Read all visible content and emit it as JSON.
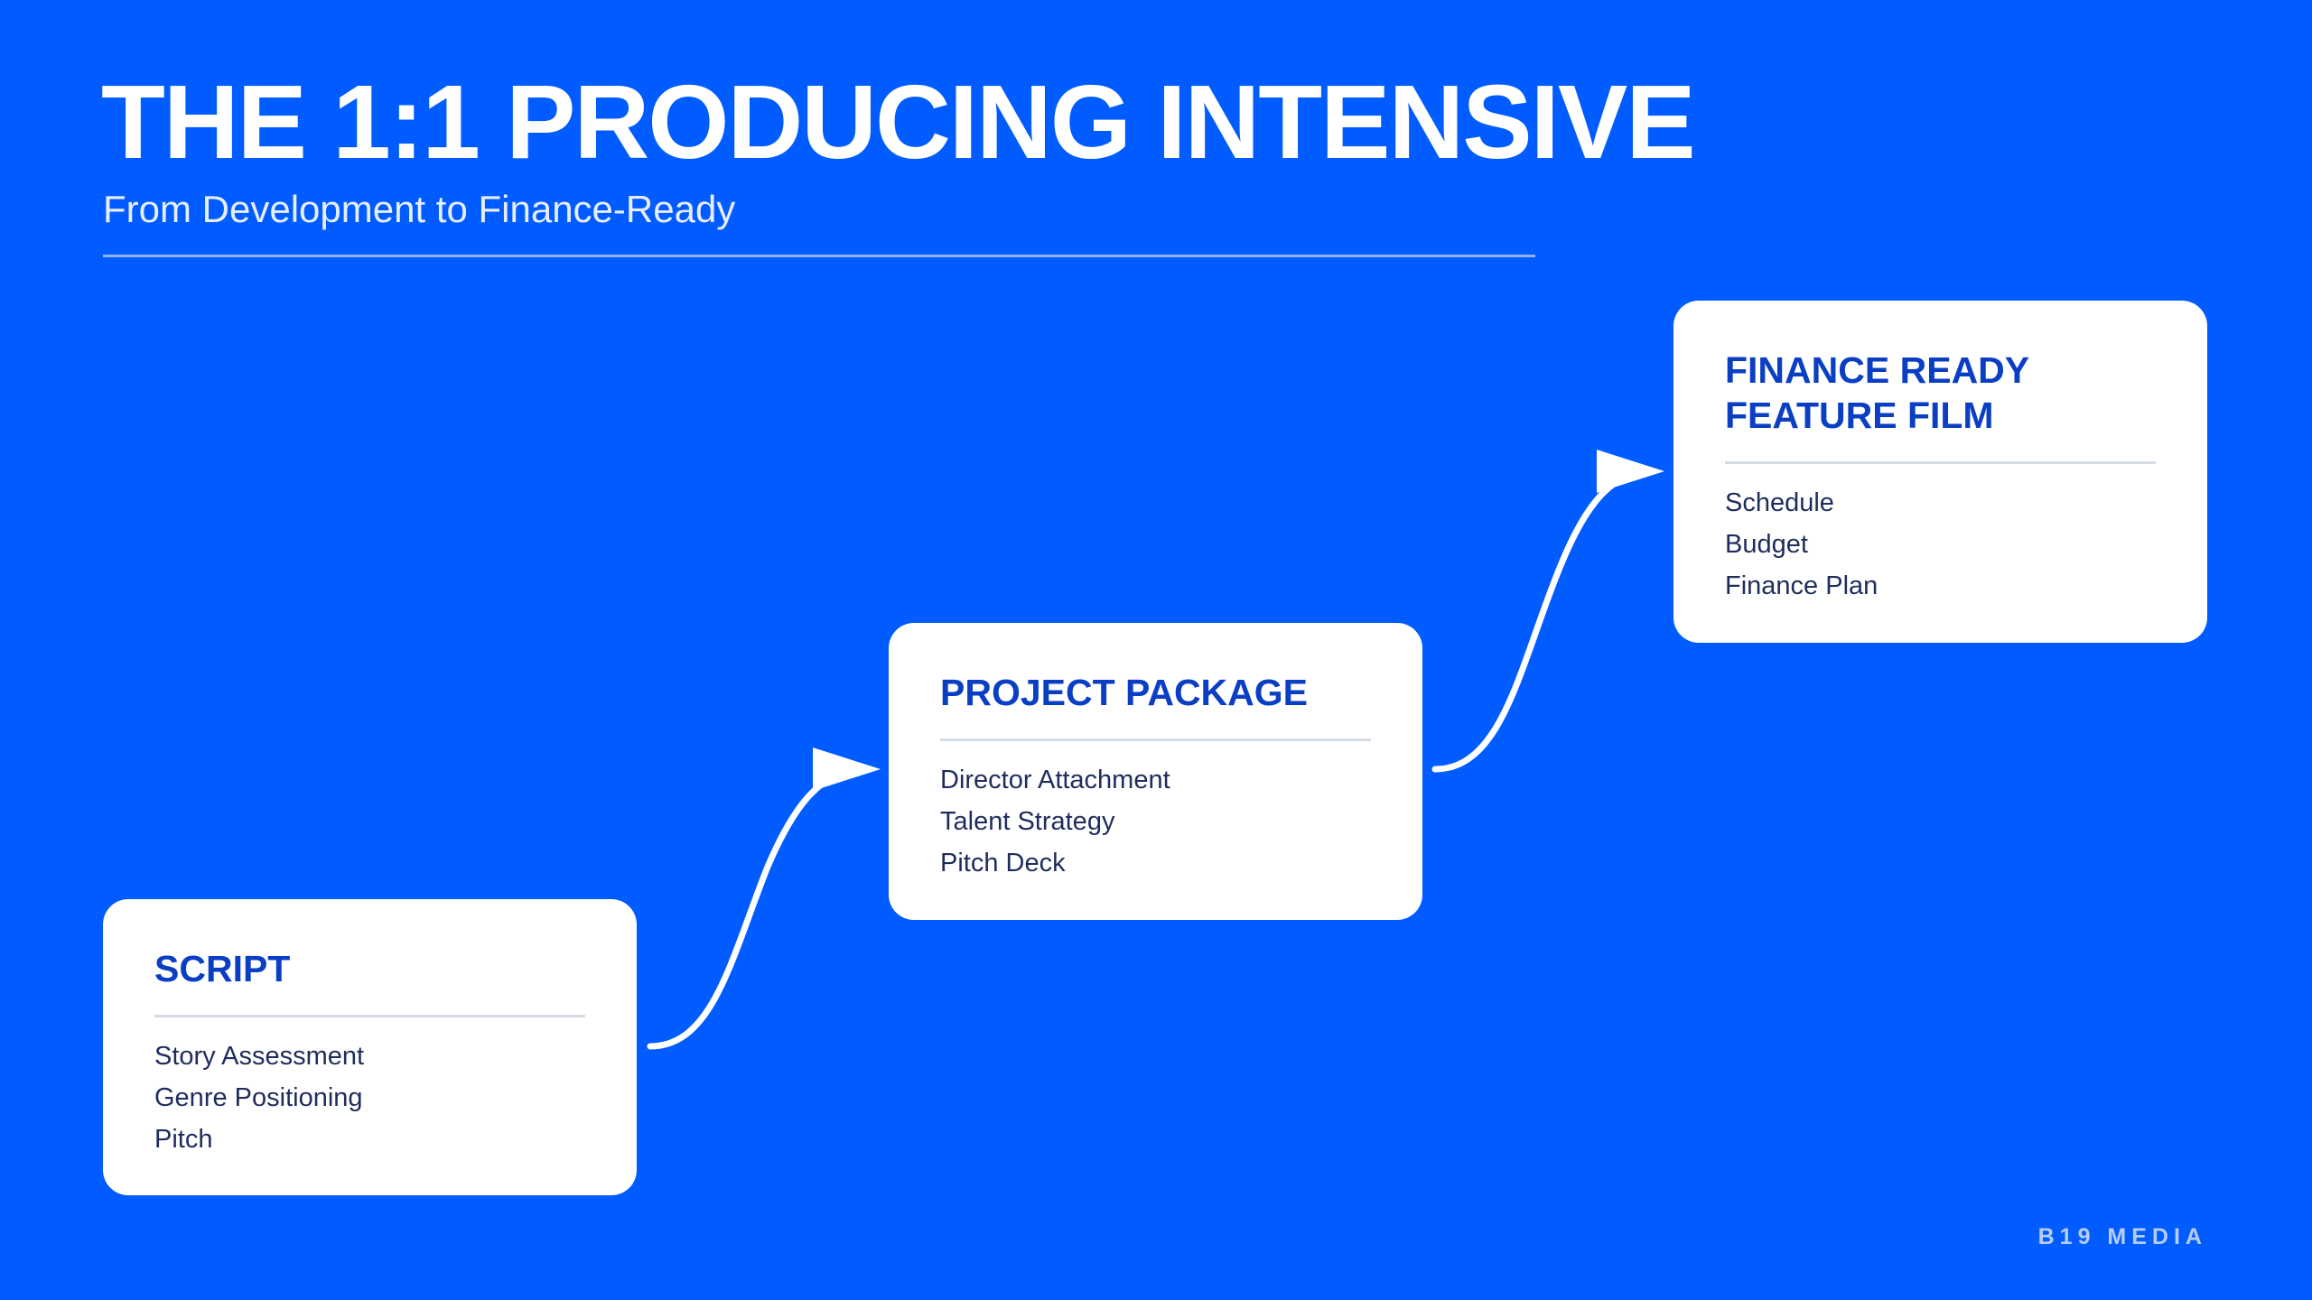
{
  "header": {
    "title": "THE 1:1 PRODUCING INTENSIVE",
    "subtitle": "From Development to Finance-Ready"
  },
  "stages": [
    {
      "title": "SCRIPT",
      "items": [
        "Story Assessment",
        "Genre Positioning",
        "Pitch"
      ]
    },
    {
      "title": "PROJECT PACKAGE",
      "items": [
        "Director Attachment",
        "Talent Strategy",
        "Pitch Deck"
      ]
    },
    {
      "title": "FINANCE READY FEATURE FILM",
      "items": [
        "Schedule",
        "Budget",
        "Finance Plan"
      ]
    }
  ],
  "footer": {
    "brand": "B19 MEDIA"
  },
  "colors": {
    "background": "#015cff",
    "heading": "#0a3fc4",
    "text": "#1f2d5c"
  }
}
